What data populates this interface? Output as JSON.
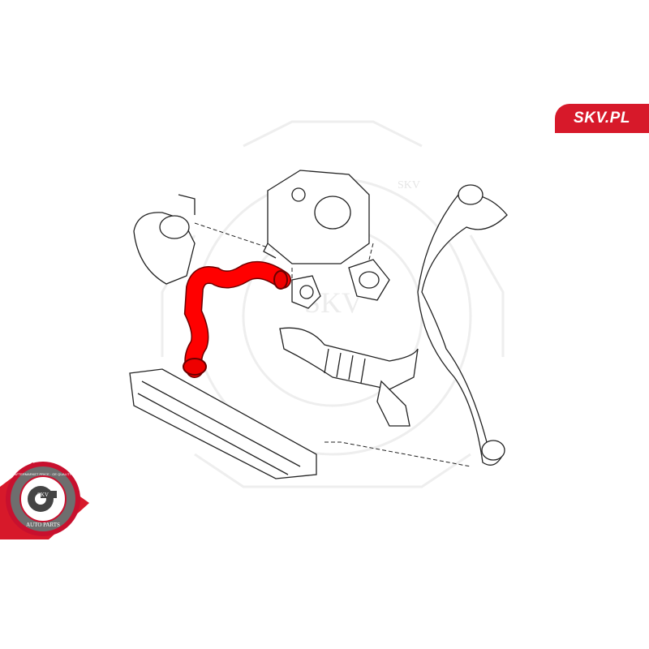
{
  "brand": {
    "label": "SKV.PL",
    "color": "#d7192a"
  },
  "badge": {
    "top_text": "AFTERMARKET PRICE · OE QUALITY",
    "center_text": "SKV",
    "bottom_text": "AUTO PARTS"
  },
  "watermark": {
    "text": "SKV"
  },
  "diagram": {
    "highlight_color": "#ff0000",
    "line_color": "#222222"
  }
}
